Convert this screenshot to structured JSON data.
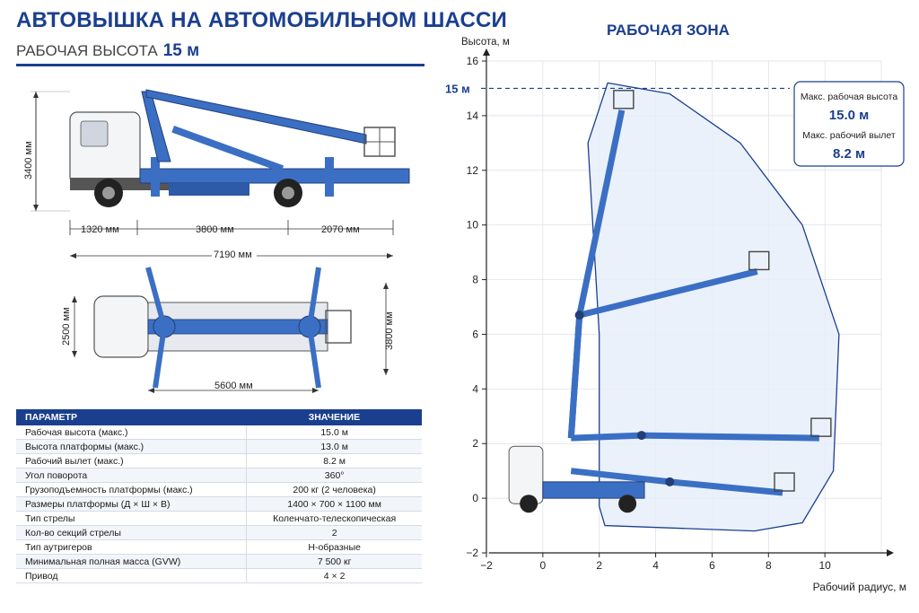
{
  "header": {
    "title": "АВТОВЫШКА НА АВТОМОБИЛЬНОМ ШАССИ",
    "subtitle_label": "РАБОЧАЯ ВЫСОТА",
    "subtitle_value": "15 м"
  },
  "side_view": {
    "height_dim": "3400 мм",
    "dim_1": "1320 мм",
    "dim_2": "3800 мм",
    "dim_3": "2070 мм",
    "total_length": "7190 мм"
  },
  "top_view": {
    "width_dim": "2500 мм",
    "outrigger_span": "3800 мм",
    "outrigger_base": "5600 мм"
  },
  "spec_table": {
    "header_param": "ПАРАМЕТР",
    "header_value": "ЗНАЧЕНИЕ",
    "rows": [
      {
        "param": "Рабочая высота (макс.)",
        "value": "15.0 м"
      },
      {
        "param": "Высота платформы (макс.)",
        "value": "13.0 м"
      },
      {
        "param": "Рабочий вылет (макс.)",
        "value": "8.2 м"
      },
      {
        "param": "Угол поворота",
        "value": "360°"
      },
      {
        "param": "Грузоподъемность платформы (макс.)",
        "value": "200 кг (2 человека)"
      },
      {
        "param": "Размеры платформы (Д × Ш × В)",
        "value": "1400 × 700 × 1100 мм"
      },
      {
        "param": "Тип стрелы",
        "value": "Коленчато-телескопическая"
      },
      {
        "param": "Кол-во секций стрелы",
        "value": "2"
      },
      {
        "param": "Тип аутригеров",
        "value": "Н-образные"
      },
      {
        "param": "Минимальная полная масса (GVW)",
        "value": "7 500 кг"
      },
      {
        "param": "Привод",
        "value": "4 × 2"
      }
    ]
  },
  "work_zone": {
    "title": "РАБОЧАЯ ЗОНА",
    "y_axis_label": "Высота, м",
    "x_axis_label": "Рабочий радиус, м",
    "height_marker": "15 м",
    "info_height_label": "Макс. рабочая высота",
    "info_height_value": "15.0 м",
    "info_reach_label": "Макс. рабочий вылет",
    "info_reach_value": "8.2 м",
    "x_ticks": [
      "−2",
      "0",
      "2",
      "4",
      "6",
      "8",
      "10"
    ],
    "y_ticks": [
      "−2",
      "0",
      "2",
      "4",
      "6",
      "8",
      "10",
      "12",
      "14",
      "16"
    ],
    "x_range": [
      -2,
      12
    ],
    "y_range": [
      -2,
      16
    ],
    "grid": true
  },
  "colors": {
    "brand": "#1b3f8f",
    "boom": "#3b6fc4",
    "zone_fill": "#e6eefa"
  }
}
